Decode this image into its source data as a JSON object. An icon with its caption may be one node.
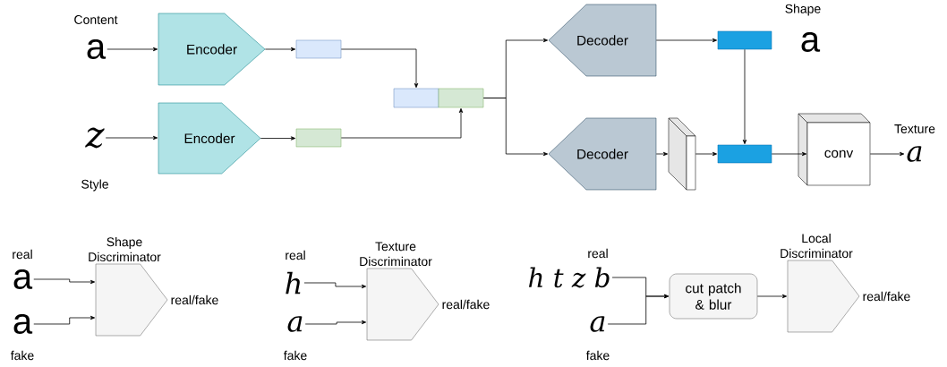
{
  "diagram": {
    "nodes": [
      {
        "text": [
          "a"
        ],
        "beside": [
          "Content"
        ]
      },
      {
        "text": [
          "Encoder"
        ]
      },
      {
        "text": [],
        "shape": "box"
      },
      {
        "text": [
          "z"
        ],
        "beside": [
          "Style"
        ]
      },
      {
        "text": [
          "Encoder"
        ]
      },
      {
        "text": [],
        "shape": "box"
      },
      {
        "text": [],
        "shape": "box"
      },
      {
        "text": [],
        "shape": "box"
      },
      {
        "text": [
          "Decoder"
        ]
      },
      {
        "text": [
          "Decoder"
        ]
      },
      {
        "text": [],
        "shape": "box"
      },
      {
        "text": [
          "a"
        ],
        "beside": [
          "Shape"
        ]
      },
      {
        "text": [],
        "shape": "box"
      },
      {
        "text": [],
        "shape": "box"
      },
      {
        "text": [
          "conv"
        ]
      },
      {
        "text": [
          "a"
        ],
        "beside": [
          "Texture"
        ]
      },
      {
        "text": [
          "a"
        ],
        "beside": [
          "real"
        ]
      },
      {
        "text": [
          "a"
        ],
        "beside": [
          "fake"
        ]
      },
      {
        "text": [
          "Shape Discriminator"
        ],
        "beside": [
          "real/fake"
        ]
      },
      {
        "text": [
          "h"
        ],
        "beside": [
          "real"
        ]
      },
      {
        "text": [
          "a"
        ],
        "beside": [
          "fake"
        ]
      },
      {
        "text": [
          "Texture Discriminator"
        ],
        "beside": [
          "real/fake"
        ]
      },
      {
        "text": [
          "h t z b"
        ],
        "beside": [
          "real"
        ]
      },
      {
        "text": [
          "a"
        ],
        "beside": [
          "fake"
        ]
      },
      {
        "text": [
          "cut patch & blur"
        ]
      },
      {
        "text": [
          "Local Discriminator"
        ],
        "beside": [
          "real/fake"
        ]
      }
    ],
    "edges": [
      {
        "from": 0,
        "to": 1,
        "arrow": "to"
      },
      {
        "from": 1,
        "to": 2,
        "arrow": "to"
      },
      {
        "from": 3,
        "to": 4,
        "arrow": "to"
      },
      {
        "from": 4,
        "to": 5,
        "arrow": "to"
      },
      {
        "from": 2,
        "to": 6,
        "arrow": "to"
      },
      {
        "from": 5,
        "to": 7,
        "arrow": "to"
      },
      {
        "from": 7,
        "to": 8,
        "arrow": "to"
      },
      {
        "from": 7,
        "to": 9,
        "arrow": "to"
      },
      {
        "from": 8,
        "to": 10,
        "arrow": "to"
      },
      {
        "from": 10,
        "to": 13,
        "arrow": "to"
      },
      {
        "from": 9,
        "to": 12,
        "arrow": "to"
      },
      {
        "from": 12,
        "to": 13,
        "arrow": "to"
      },
      {
        "from": 13,
        "to": 14,
        "arrow": "to"
      },
      {
        "from": 14,
        "to": 15,
        "arrow": "to"
      },
      {
        "from": 16,
        "to": 18,
        "arrow": "to"
      },
      {
        "from": 17,
        "to": 18,
        "arrow": "to"
      },
      {
        "from": 19,
        "to": 21,
        "arrow": "to"
      },
      {
        "from": 20,
        "to": 21,
        "arrow": "to"
      },
      {
        "from": 22,
        "to": 24,
        "arrow": "to"
      },
      {
        "from": 23,
        "to": 24,
        "arrow": "to"
      },
      {
        "from": 24,
        "to": 25,
        "arrow": "to"
      }
    ]
  }
}
